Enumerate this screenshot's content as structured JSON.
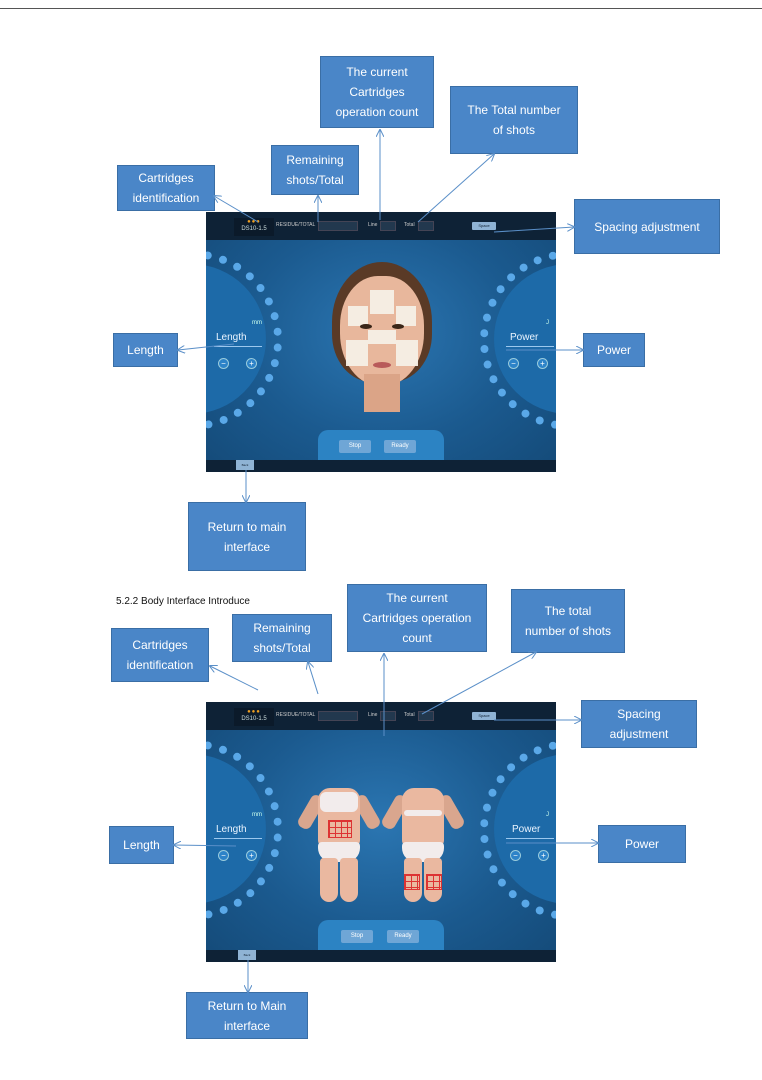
{
  "section_heading": "5.2.2 Body Interface Introduce",
  "face_interface": {
    "callouts": {
      "cartridges_id": "Cartridges\nidentification",
      "remaining": "Remaining\nshots/Total",
      "current_count": "The current\nCartridges\noperation count",
      "total_shots": "The Total number\nof shots",
      "spacing": "Spacing adjustment",
      "length": "Length",
      "power": "Power",
      "return": "Return to main\ninterface"
    },
    "screen": {
      "cartridge_code": "DS10-1.5",
      "residue_label": "RESIDUE/TOTAL",
      "line_label": "Line",
      "total_label": "Total",
      "spacing_btn": "Space",
      "length_label": "Length",
      "length_unit": "mm",
      "power_label": "Power",
      "power_unit": "J",
      "stop": "Stop",
      "ready": "Ready",
      "back": "Back"
    }
  },
  "body_interface": {
    "callouts": {
      "cartridges_id": "Cartridges\nidentification",
      "remaining": "Remaining\nshots/Total",
      "current_count": "The current\nCartridges operation\ncount",
      "total_shots": "The total\nnumber of shots",
      "spacing": "Spacing\nadjustment",
      "length": "Length",
      "power": "Power",
      "return": "Return to Main\ninterface"
    },
    "screen": {
      "cartridge_code": "DS10-1.5",
      "residue_label": "RESIDUE/TOTAL",
      "line_label": "Line",
      "total_label": "Total",
      "spacing_btn": "Space",
      "length_label": "Length",
      "length_unit": "mm",
      "power_label": "Power",
      "power_unit": "J",
      "stop": "Stop",
      "ready": "Ready",
      "back": "Back"
    }
  },
  "colors": {
    "callout": "#4a86c8",
    "screen_bg": "#1b5a8f",
    "arrow": "#5a8fc8"
  },
  "icons": [
    "minus-icon",
    "plus-icon",
    "indicator-dots-icon"
  ]
}
